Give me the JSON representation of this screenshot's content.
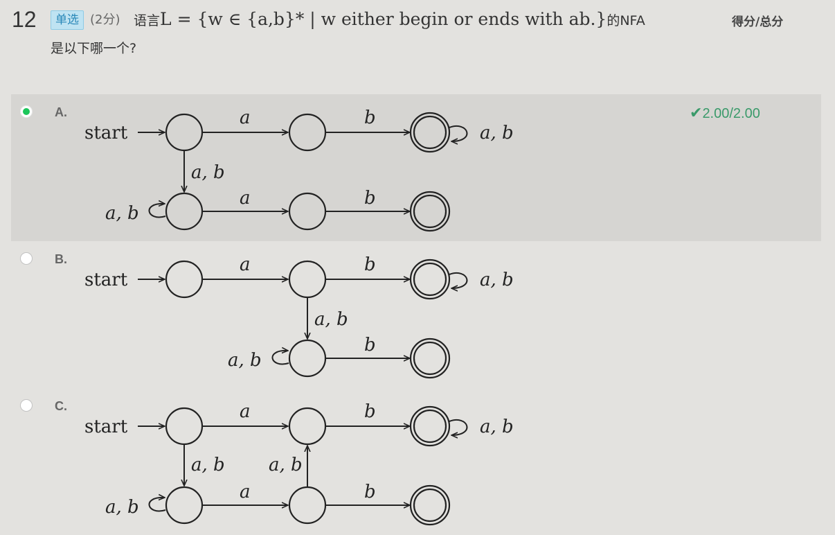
{
  "question": {
    "number": "12",
    "type_badge": "单选",
    "score_note": "(2分)",
    "stem_prefix": "语言",
    "stem_math": "L = {w ∈ {a,b}* | w either begin or ends with ab.}",
    "stem_suffix": "的NFA",
    "stem_line2": "是以下哪一个?",
    "score_header": "得分/总分"
  },
  "diagram_text": {
    "start": "start",
    "a": "a",
    "b": "b",
    "ab": "a, b"
  },
  "options": [
    {
      "label": "A.",
      "selected": true,
      "score": "2.00/2.00",
      "score_icon": "check-icon"
    },
    {
      "label": "B.",
      "selected": false
    },
    {
      "label": "C.",
      "selected": false
    }
  ],
  "colors": {
    "background": "#e3e2df",
    "selected_option_bg": "#d6d5d2",
    "radio_checked": "#1cc65a",
    "score_green": "#3a9a6a",
    "badge_bg": "#bfe3f2",
    "badge_text": "#2a88b8"
  }
}
